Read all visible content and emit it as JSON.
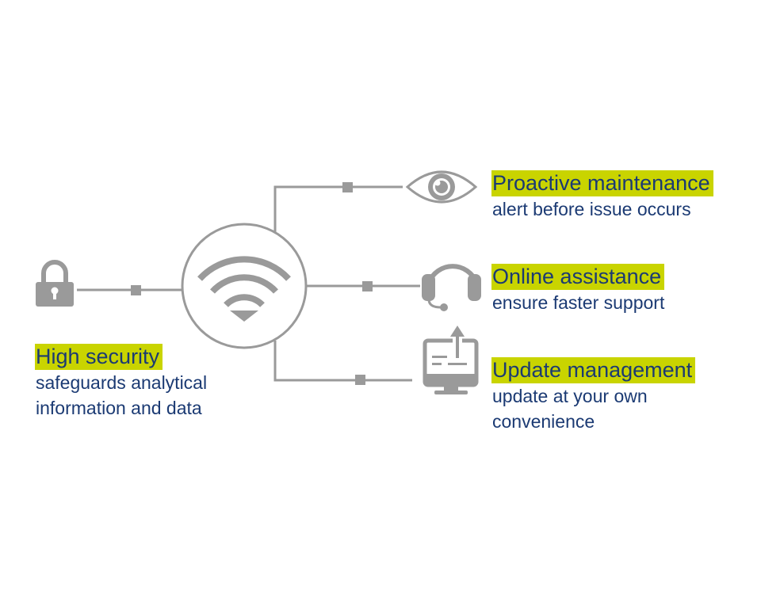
{
  "colors": {
    "accent": "#c9d400",
    "text": "#1b3a73",
    "lines": "#9a9a9a"
  },
  "hub": {
    "icon": "wifi-icon"
  },
  "features": {
    "security": {
      "icon": "lock-icon",
      "title": "High security",
      "desc_lines": [
        "safeguards analytical",
        "information and data"
      ]
    },
    "maintenance": {
      "icon": "eye-icon",
      "title": "Proactive maintenance",
      "desc_lines": [
        "alert before issue occurs"
      ]
    },
    "assist": {
      "icon": "headset-icon",
      "title": "Online assistance",
      "desc_lines": [
        "ensure faster support"
      ]
    },
    "update": {
      "icon": "monitor-upload-icon",
      "title": "Update management",
      "desc_lines": [
        "update at your own",
        "convenience"
      ]
    }
  }
}
